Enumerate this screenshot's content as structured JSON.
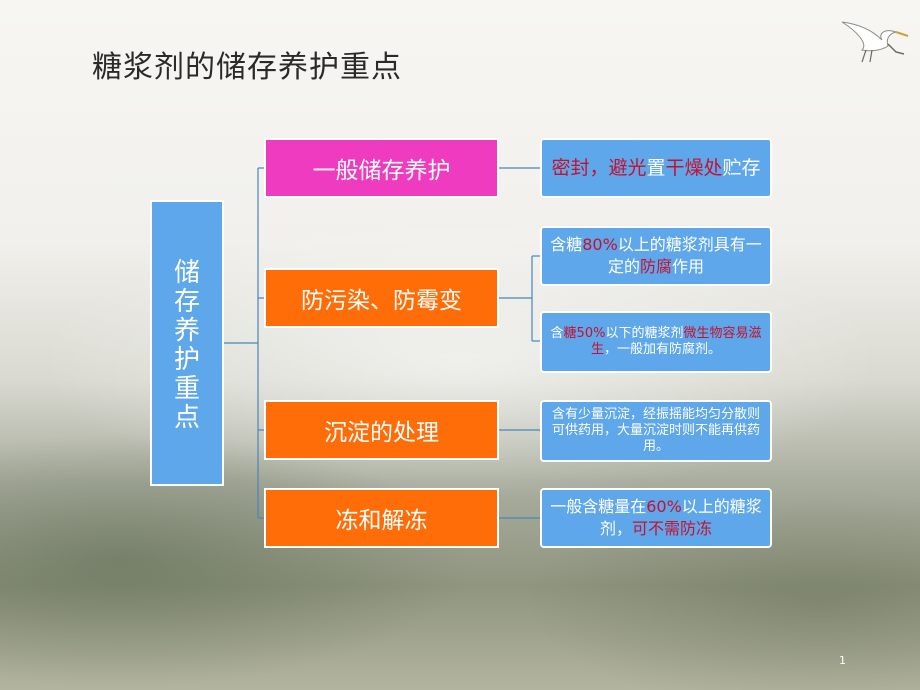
{
  "slide": {
    "title": "糖浆剂的储存养护重点",
    "page_number": "1"
  },
  "root": {
    "chars": [
      "储",
      "存",
      "养",
      "护",
      "重",
      "点"
    ]
  },
  "categories": [
    {
      "label": "一般储存养护",
      "color": "#ee3bc0"
    },
    {
      "label": "防污染、防霉变",
      "color": "#ff6d08"
    },
    {
      "label": "沉淀的处理",
      "color": "#ff6d08"
    },
    {
      "label": "冻和解冻",
      "color": "#ff6d08"
    }
  ],
  "notes": [
    {
      "parts": [
        "密封，",
        "避光",
        "置",
        "干燥处",
        "贮存"
      ]
    },
    {
      "parts": [
        "含",
        "糖",
        "80%",
        "以上的糖浆剂具有一定的",
        "防腐",
        "作用"
      ]
    },
    {
      "parts": [
        "含",
        "糖",
        "50%",
        "以下的糖浆剂",
        "微生物容易滋生",
        "，一般加有防腐剂。"
      ]
    },
    {
      "parts": [
        "含有少量沉淀，经振摇能均匀分散则可供药用，大量沉淀时则不能再供药用。"
      ]
    },
    {
      "parts": [
        "一般含糖量在",
        "60%",
        "以上的糖浆剂，",
        "可不需防冻"
      ]
    }
  ],
  "colors": {
    "node_blue": "#5ea7ea",
    "highlight_red": "#c8102e",
    "connector": "#4a86b8"
  },
  "icons": [
    "egret-icon"
  ]
}
